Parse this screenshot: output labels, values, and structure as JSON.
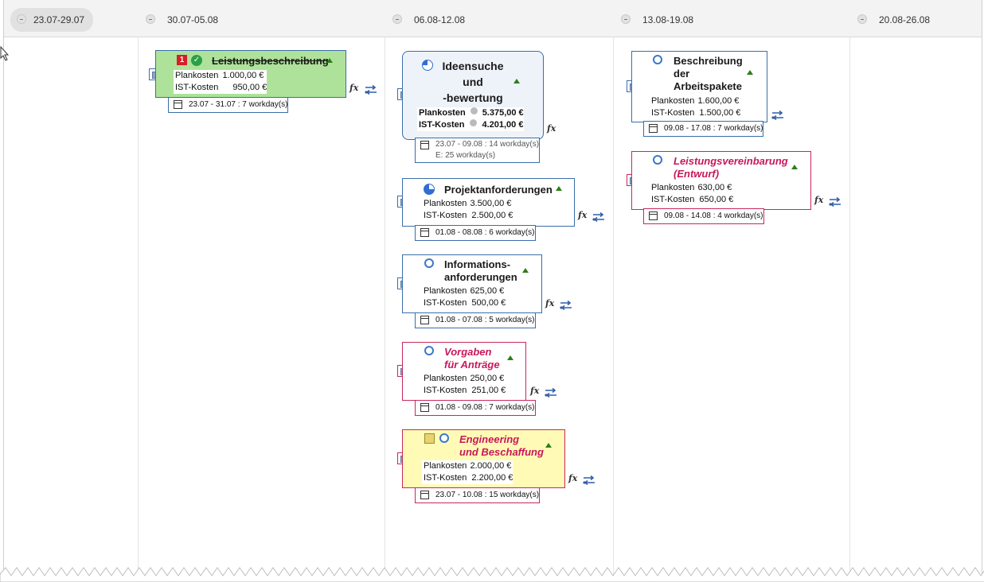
{
  "header": {
    "weeks": [
      {
        "label": "23.07-29.07",
        "selected": true
      },
      {
        "label": "30.07-05.08",
        "selected": false
      },
      {
        "label": "06.08-12.08",
        "selected": false
      },
      {
        "label": "13.08-19.08",
        "selected": false
      },
      {
        "label": "20.08-26.08",
        "selected": false
      }
    ]
  },
  "tasks": {
    "leistungsbeschreibung": {
      "title": "Leistungsbeschreibung",
      "priority": "1",
      "plan_label": "Plankosten",
      "plan_value": "1.000,00 €",
      "ist_label": "IST-Kosten",
      "ist_value": "950,00 €",
      "date": "23.07 - 31.07 : 7 workday(s)"
    },
    "ideensuche": {
      "title_line1": "Ideensuche",
      "title_line2": "und",
      "title_line3": "-bewertung",
      "plan_label": "Plankosten",
      "plan_value": "5.375,00 €",
      "ist_label": "IST-Kosten",
      "ist_value": "4.201,00 €",
      "date": "23.07 - 09.08 : 14 workday(s)",
      "effort": "E: 25 workday(s)"
    },
    "projektanforderungen": {
      "title": "Projektanforderungen",
      "plan_label": "Plankosten",
      "plan_value": "3.500,00 €",
      "ist_label": "IST-Kosten",
      "ist_value": "2.500,00 €",
      "date": "01.08 - 08.08 : 6 workday(s)"
    },
    "informationsanforderungen": {
      "title_line1": "Informations-",
      "title_line2": "anforderungen",
      "plan_label": "Plankosten",
      "plan_value": "625,00 €",
      "ist_label": "IST-Kosten",
      "ist_value": "500,00 €",
      "date": "01.08 - 07.08 : 5 workday(s)"
    },
    "vorgaben": {
      "title_line1": "Vorgaben",
      "title_line2": "für Anträge",
      "plan_label": "Plankosten",
      "plan_value": "250,00 €",
      "ist_label": "IST-Kosten",
      "ist_value": "251,00 €",
      "date": "01.08 - 09.08 : 7 workday(s)"
    },
    "engineering": {
      "title_line1": "Engineering",
      "title_line2": "und Beschaffung",
      "plan_label": "Plankosten",
      "plan_value": "2.000,00 €",
      "ist_label": "IST-Kosten",
      "ist_value": "2.200,00 €",
      "date": "23.07 - 10.08 : 15 workday(s)"
    },
    "beschreibung": {
      "title_line1": "Beschreibung",
      "title_line2": "der",
      "title_line3": "Arbeitspakete",
      "plan_label": "Plankosten",
      "plan_value": "1.600,00 €",
      "ist_label": "IST-Kosten",
      "ist_value": "1.500,00 €",
      "date": "09.08 - 17.08 : 7 workday(s)"
    },
    "leistungsvereinbarung": {
      "title_line1": "Leistungsvereinbarung",
      "title_line2": "(Entwurf)",
      "plan_label": "Plankosten",
      "plan_value": "630,00 €",
      "ist_label": "IST-Kosten",
      "ist_value": "650,00 €",
      "date": "09.08 - 14.08 : 4 workday(s)"
    }
  },
  "formula_label": "fx",
  "colors": {
    "accent_blue": "#3b6ea8",
    "accent_red": "#c8285a",
    "done_green": "#aee29a",
    "highlight_yellow": "#fffbb6"
  }
}
